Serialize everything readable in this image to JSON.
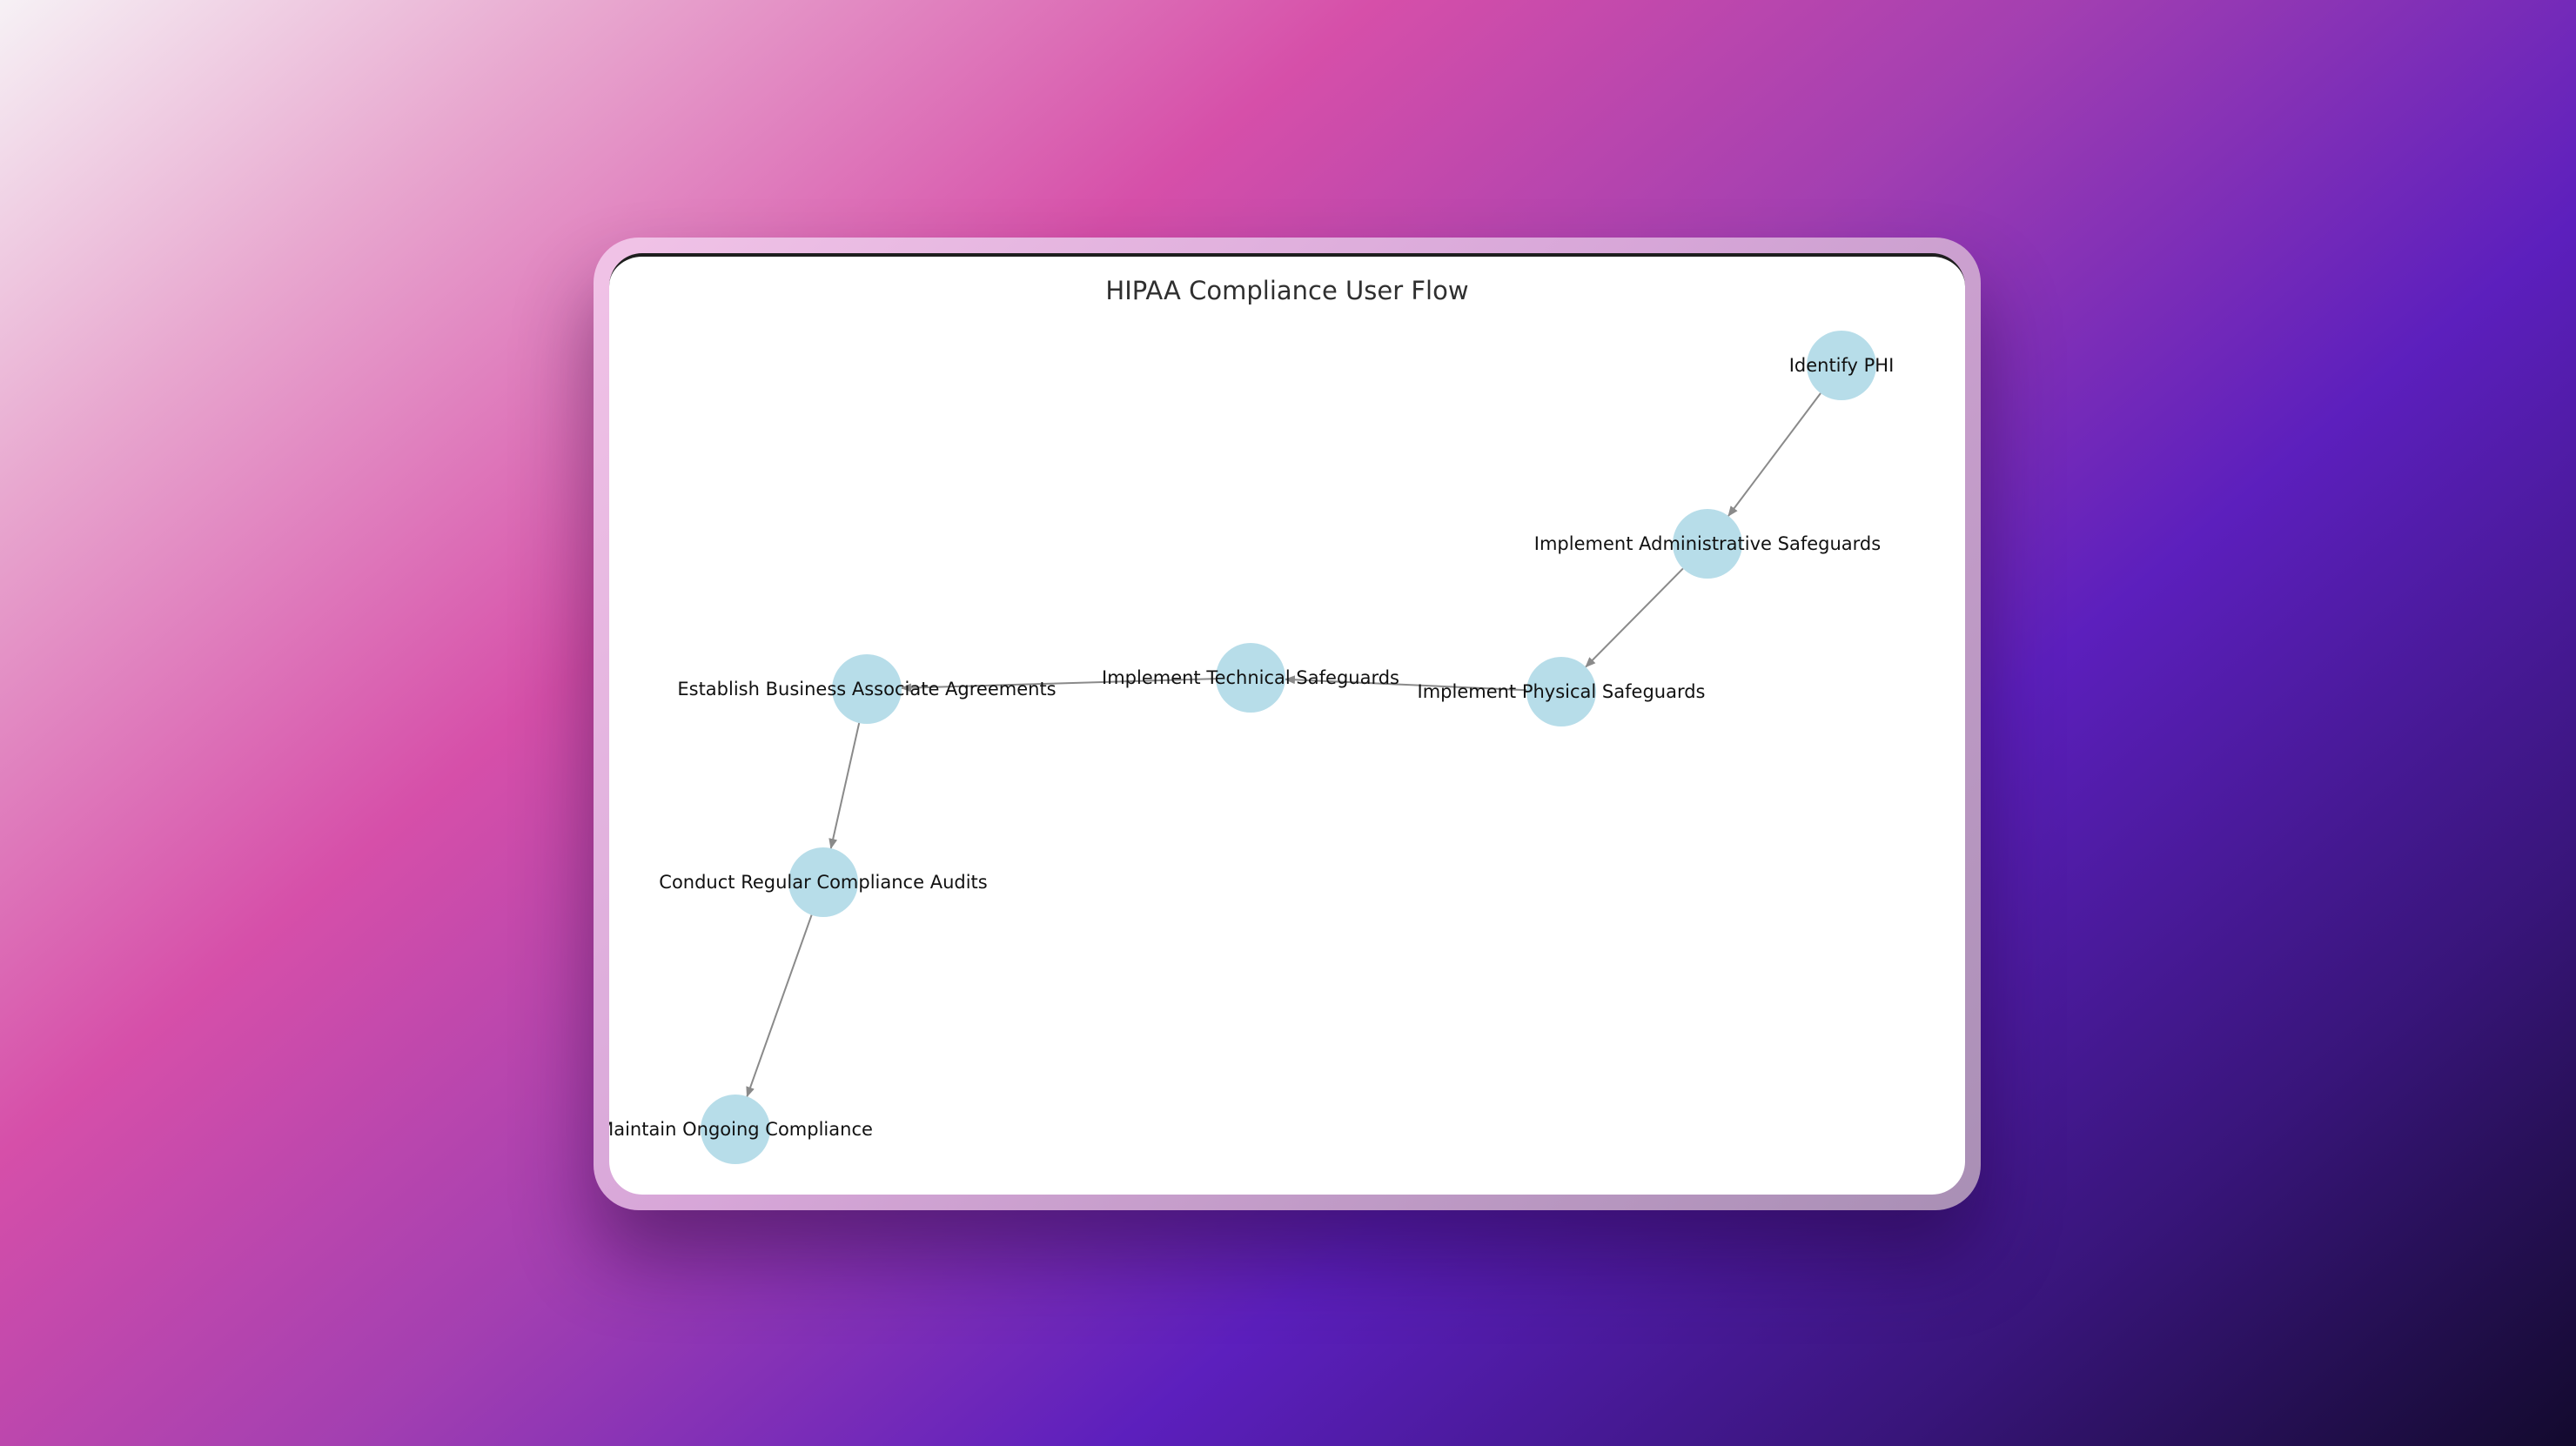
{
  "diagram": {
    "title": "HIPAA Compliance User Flow",
    "colors": {
      "node_fill": "#add8e6",
      "edge": "#8a8a8a",
      "label": "#111111"
    },
    "nodes": [
      {
        "id": "identify",
        "label": "Identify PHI"
      },
      {
        "id": "admin",
        "label": "Implement Administrative Safeguards"
      },
      {
        "id": "physical",
        "label": "Implement Physical Safeguards"
      },
      {
        "id": "technical",
        "label": "Implement Technical Safeguards"
      },
      {
        "id": "baa",
        "label": "Establish Business Associate Agreements"
      },
      {
        "id": "audits",
        "label": "Conduct Regular Compliance Audits"
      },
      {
        "id": "maintain",
        "label": "Maintain Ongoing Compliance"
      }
    ],
    "edges": [
      {
        "from": "identify",
        "to": "admin"
      },
      {
        "from": "admin",
        "to": "physical"
      },
      {
        "from": "physical",
        "to": "technical"
      },
      {
        "from": "technical",
        "to": "baa"
      },
      {
        "from": "baa",
        "to": "audits"
      },
      {
        "from": "audits",
        "to": "maintain"
      }
    ]
  }
}
